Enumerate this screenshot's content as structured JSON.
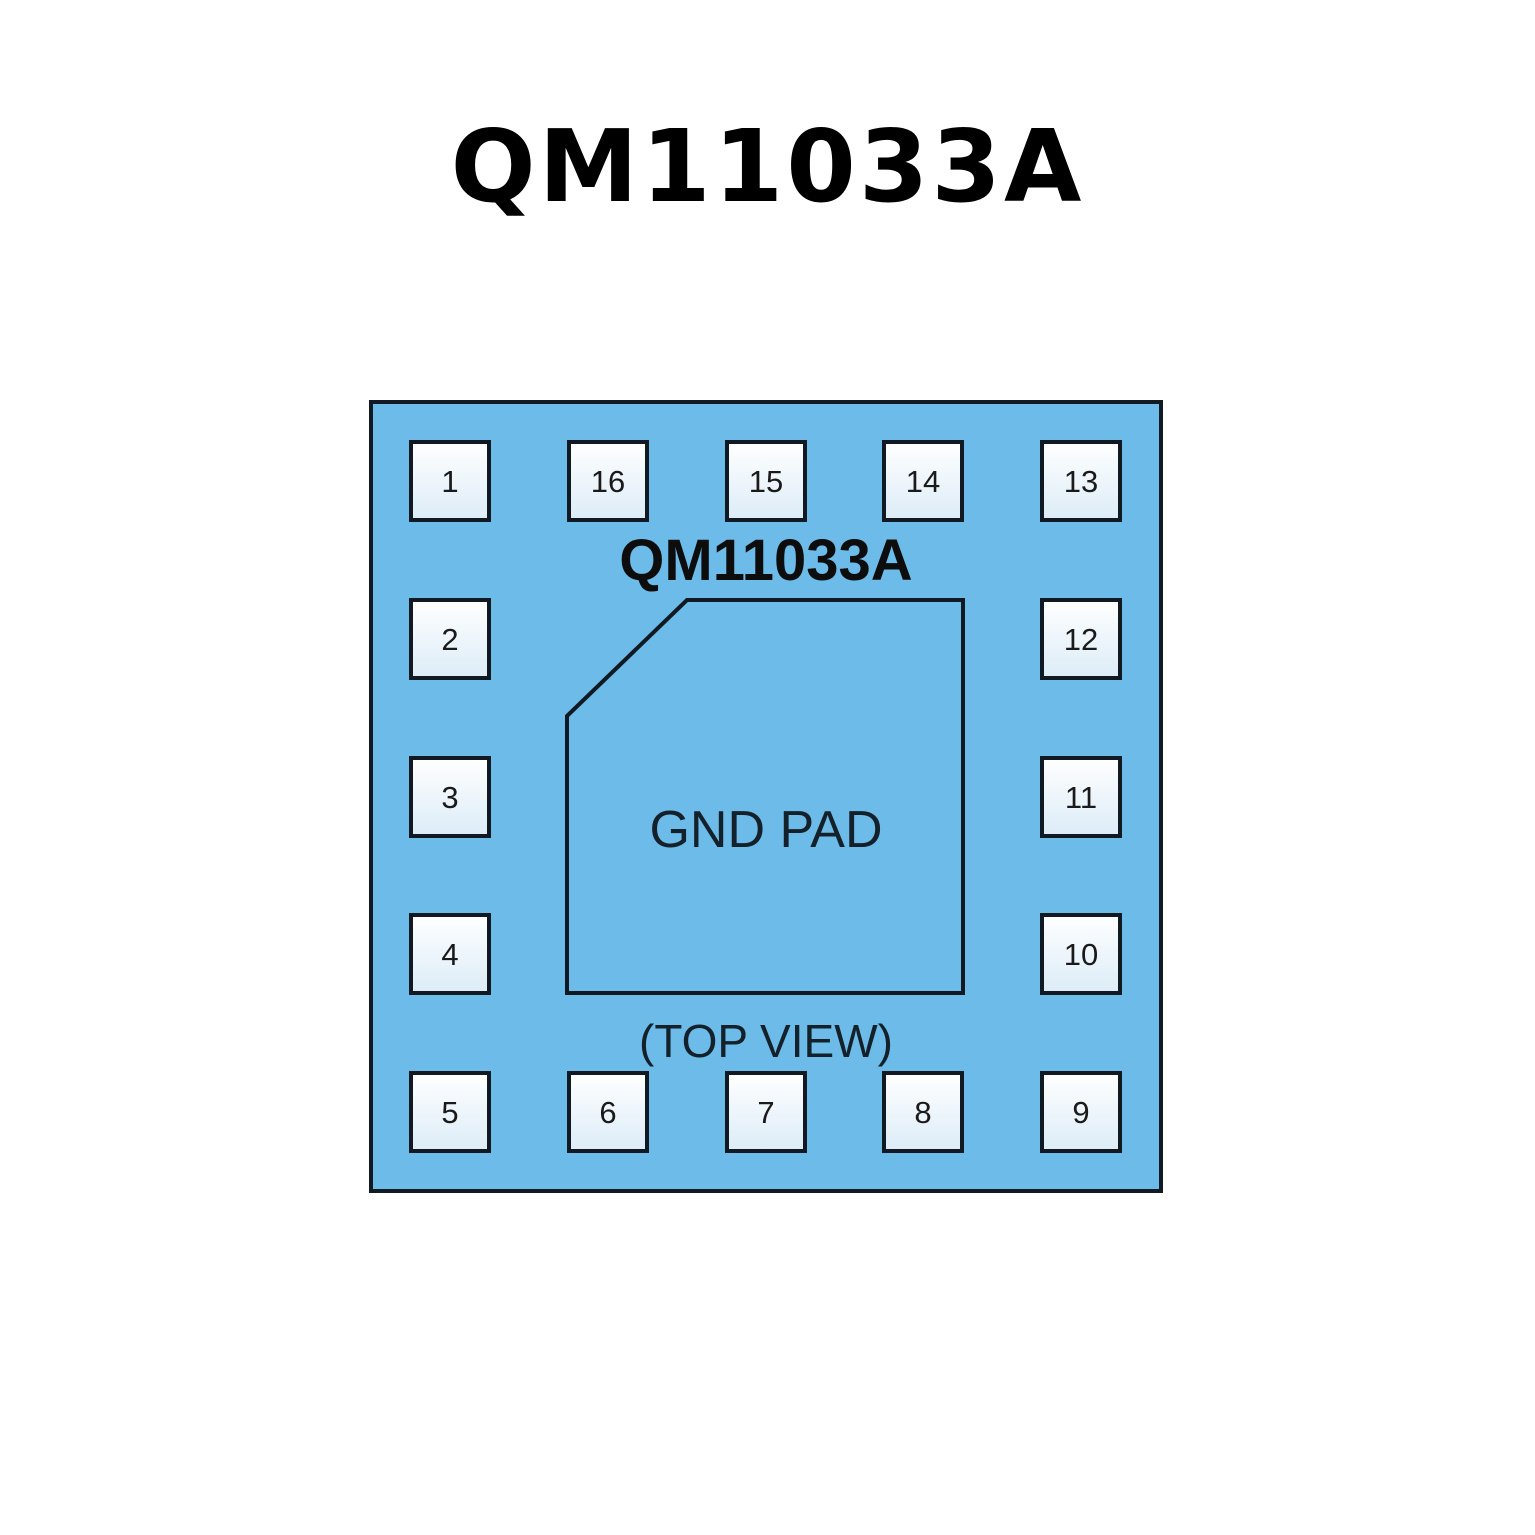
{
  "title": "QM11033A",
  "package": {
    "part_number": "QM11033A",
    "pad_label": "GND PAD",
    "view_label": "(TOP VIEW)",
    "body_color": "#6cbbe8",
    "outline_color": "#111a22",
    "pin_fill_top": "#ffffff",
    "pin_fill_bottom": "#dcecf7"
  },
  "pins": {
    "top_row": [
      "1",
      "16",
      "15",
      "14",
      "13"
    ],
    "left_column": [
      "2",
      "3",
      "4"
    ],
    "right_column": [
      "12",
      "11",
      "10"
    ],
    "bottom_row": [
      "5",
      "6",
      "7",
      "8",
      "9"
    ]
  }
}
